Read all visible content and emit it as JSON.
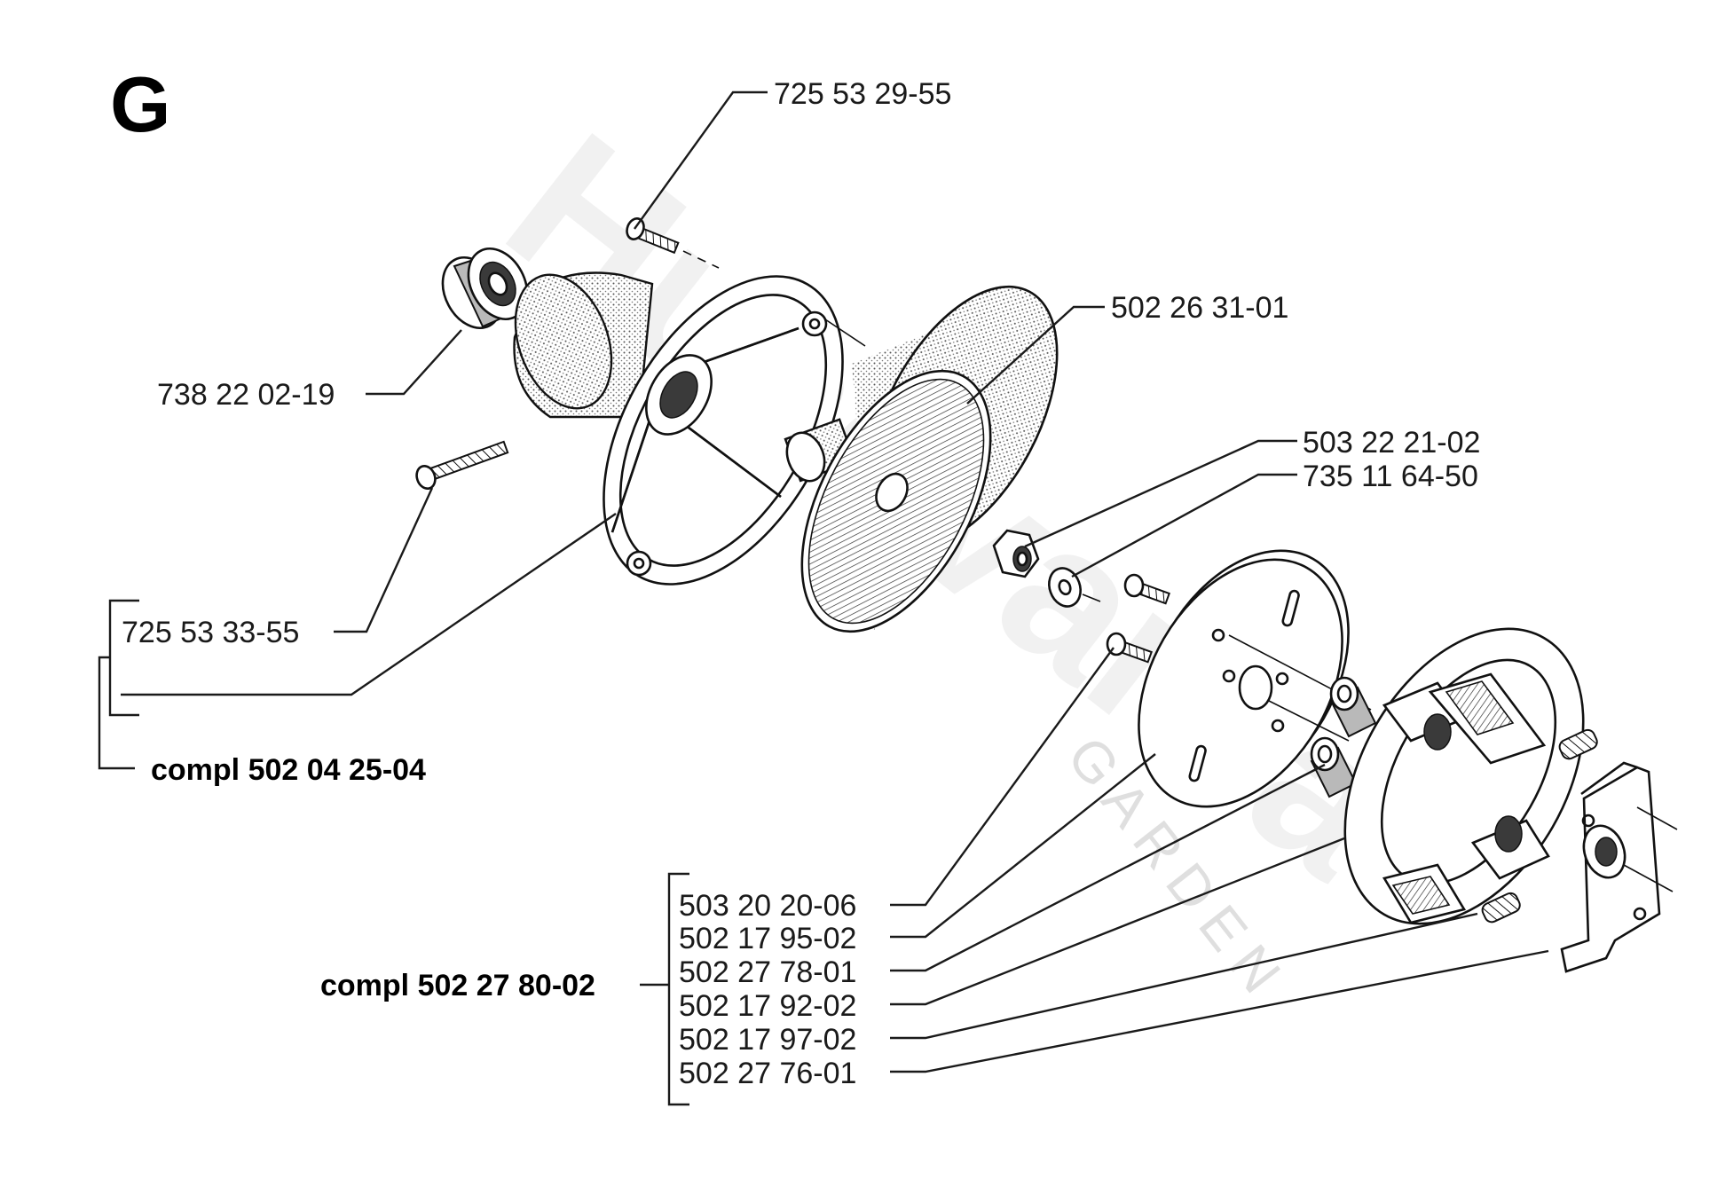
{
  "section_letter": "G",
  "watermark": {
    "brand": "Husqvarna",
    "sub": "GARDEN"
  },
  "labels": {
    "p_725_53_29_55": "725 53 29-55",
    "p_738_22_02_19": "738 22 02-19",
    "p_502_26_31_01": "502 26 31-01",
    "p_503_22_21_02": "503 22 21-02",
    "p_735_11_64_50": "735 11 64-50",
    "p_725_53_33_55": "725 53 33-55",
    "compl_502_04_25_04": "compl 502 04 25-04",
    "compl_502_27_80_02": "compl 502 27 80-02",
    "p_503_20_20_06": "503 20 20-06",
    "p_502_17_95_02": "502 17 95-02",
    "p_502_27_78_01": "502 27 78-01",
    "p_502_17_92_02": "502 17 92-02",
    "p_502_17_97_02": "502 17 97-02",
    "p_502_27_76_01": "502 27 76-01"
  }
}
